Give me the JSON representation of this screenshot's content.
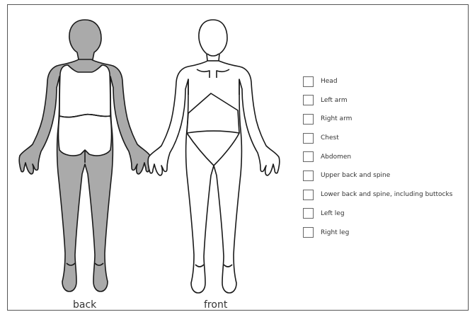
{
  "figure": {
    "captions": {
      "back": "back",
      "front": "front"
    },
    "colors": {
      "shaded": "#aaaaaa",
      "outline": "#1a1a1a",
      "fill": "#ffffff"
    }
  },
  "body_parts": [
    {
      "label": "Head"
    },
    {
      "label": "Left arm"
    },
    {
      "label": "Right arm"
    },
    {
      "label": "Chest"
    },
    {
      "label": "Abdomen"
    },
    {
      "label": "Upper back and spine"
    },
    {
      "label": "Lower back and spine, including buttocks"
    },
    {
      "label": "Left leg"
    },
    {
      "label": "Right leg"
    }
  ]
}
